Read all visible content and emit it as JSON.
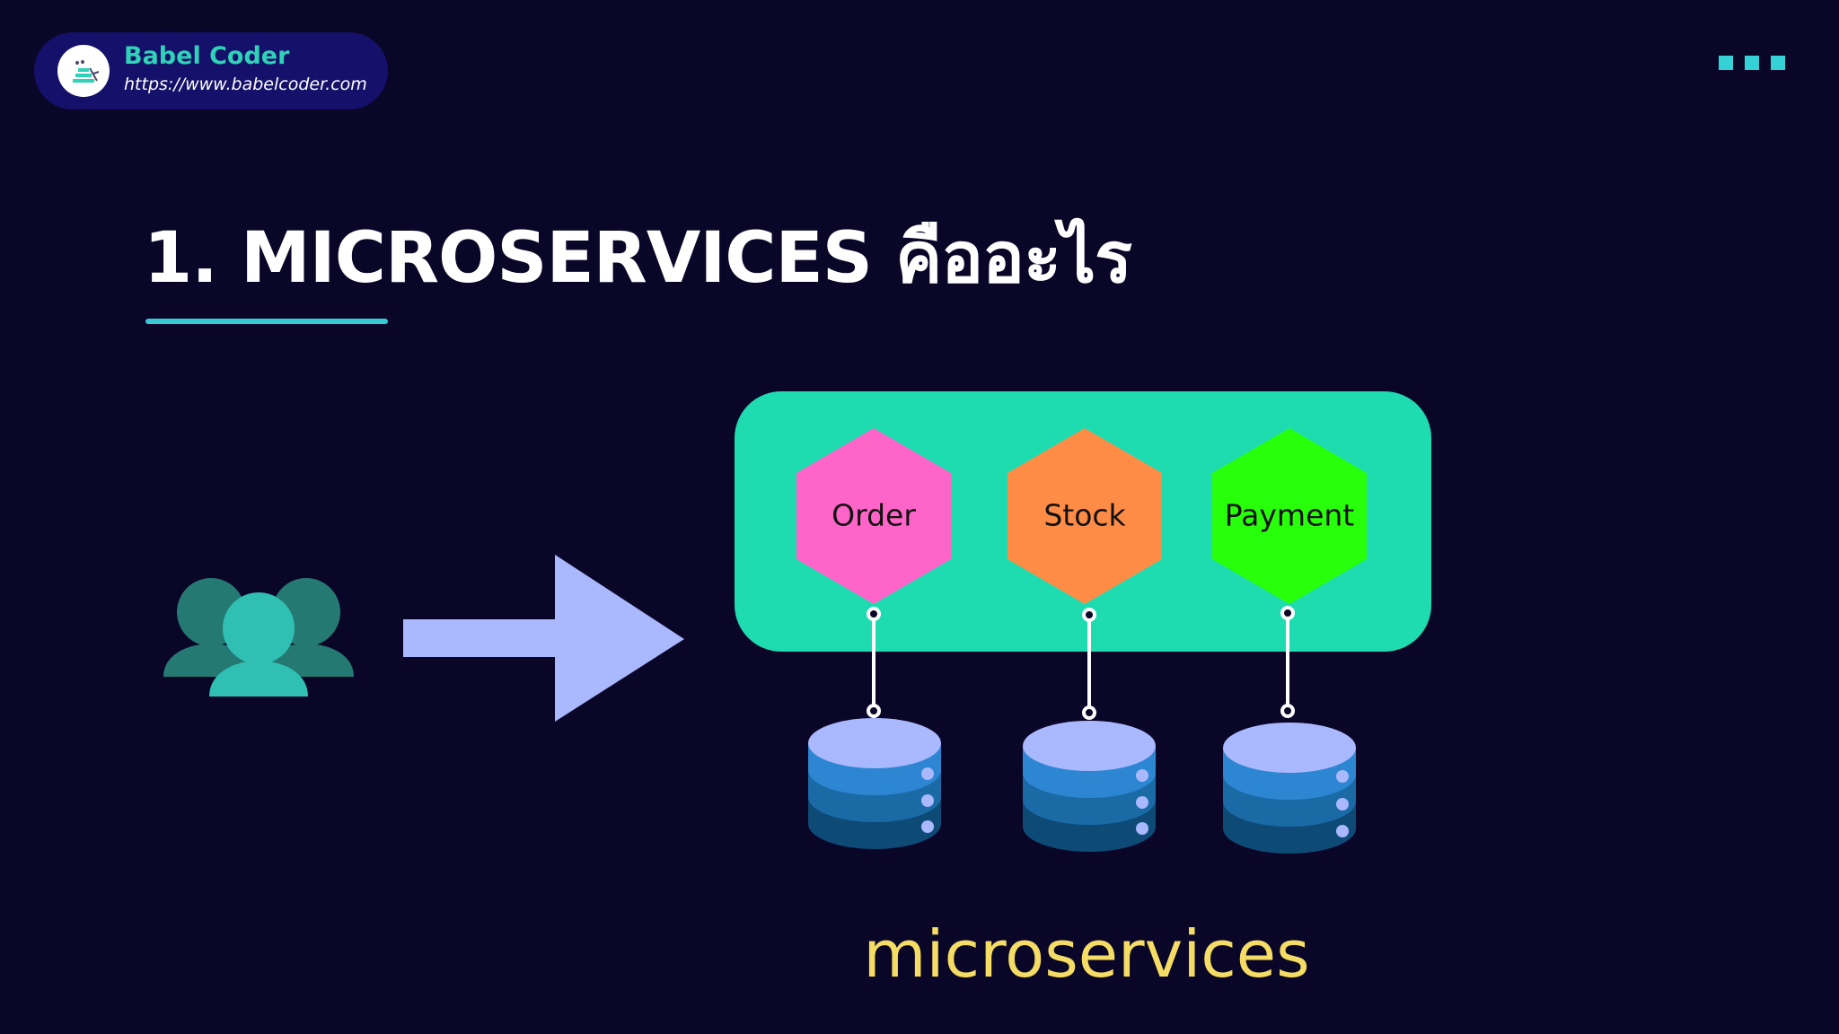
{
  "brand": {
    "name": "Babel Coder",
    "url": "https://www.babelcoder.com",
    "logo_icon": "babel-tower-logo"
  },
  "menu": {
    "icon": "three-squares-icon"
  },
  "slide": {
    "title": "1. MICROSERVICES คืออะไร",
    "caption": "microservices"
  },
  "diagram": {
    "users_icon": "user-group-icon",
    "arrow_icon": "right-arrow-icon",
    "container_color": "#1edcb0",
    "services": [
      {
        "label": "Order",
        "color": "#ff64c8"
      },
      {
        "label": "Stock",
        "color": "#ff8c46"
      },
      {
        "label": "Payment",
        "color": "#28ff0a"
      }
    ],
    "database_icon": "database-icon",
    "database_color": "#2d86d2"
  }
}
